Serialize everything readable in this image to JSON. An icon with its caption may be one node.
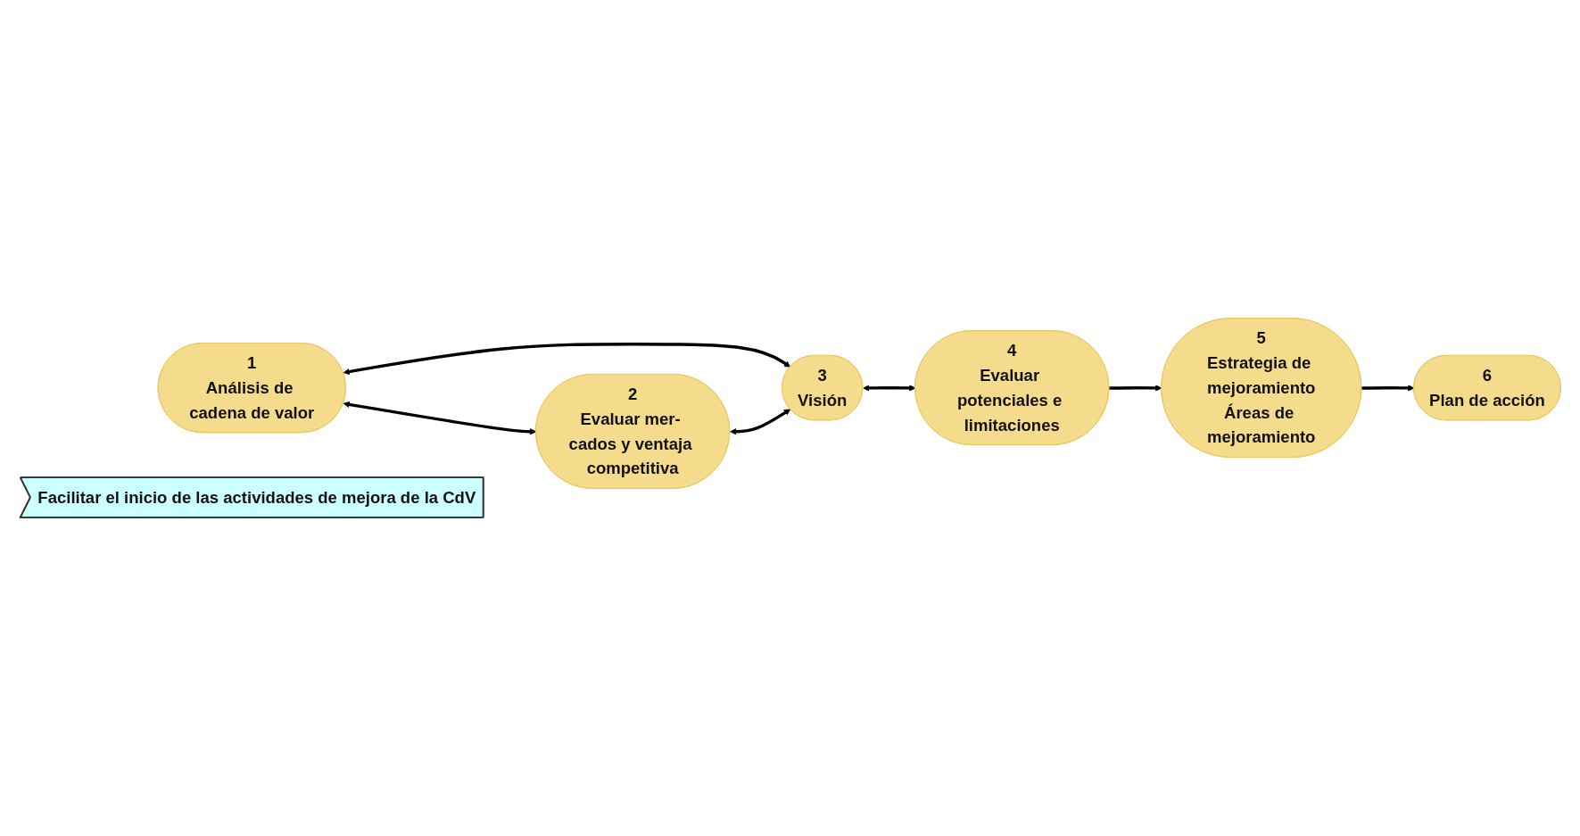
{
  "diagram": {
    "nodes": [
      {
        "text": [
          "1",
          "Análisis de cadena de valor"
        ]
      },
      {
        "text": [
          "2",
          "Evaluar mer- cados y ventaja competitiva"
        ]
      },
      {
        "text": [
          "3",
          "Visión"
        ]
      },
      {
        "text": [
          "4",
          "Evaluar potenciales e limitaciones"
        ]
      },
      {
        "text": [
          "5",
          "Estrategia de mejoramiento",
          "Áreas de mejoramiento"
        ]
      },
      {
        "text": [
          "6",
          "Plan de acción"
        ]
      },
      {
        "text": [
          "Facilitar el inicio de las actividades de mejora de la CdV"
        ]
      }
    ],
    "edges": [
      {
        "from": 0,
        "to": 1,
        "arrow": "both"
      },
      {
        "from": 0,
        "to": 2,
        "arrow": "both"
      },
      {
        "from": 1,
        "to": 2,
        "arrow": "both"
      },
      {
        "from": 2,
        "to": 3,
        "arrow": "both"
      },
      {
        "from": 3,
        "to": 4,
        "arrow": "to"
      },
      {
        "from": 4,
        "to": 5,
        "arrow": "to"
      }
    ]
  }
}
